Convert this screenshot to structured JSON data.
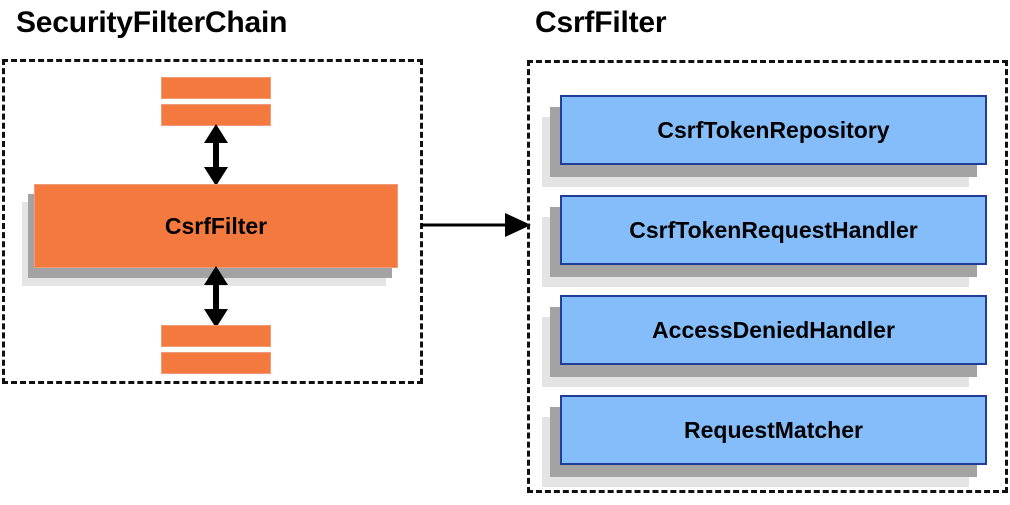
{
  "diagram": {
    "title_left": "SecurityFilterChain",
    "title_right": "CsrfFilter",
    "colors": {
      "orange_fill": "#f4793e",
      "orange_border": "#f09a78",
      "blue_fill": "#84bdfa",
      "blue_border": "#1f3d99",
      "shadow_dark": "#a3a3a3",
      "shadow_light": "#e4e4e4",
      "dashed_border": "#111111",
      "arrow": "#000000",
      "text": "#000000",
      "background": "#ffffff"
    }
  },
  "left_panel": {
    "group_label": "SecurityFilterChain",
    "filters": [
      {
        "label": "",
        "kind": "stub"
      },
      {
        "label": "",
        "kind": "stub"
      },
      {
        "label": "CsrfFilter",
        "kind": "highlighted"
      },
      {
        "label": "",
        "kind": "stub"
      },
      {
        "label": "",
        "kind": "stub"
      }
    ],
    "connectors": [
      {
        "name": "filter-chain-up-arrow",
        "direction": "bidirectional-vertical"
      },
      {
        "name": "filter-chain-down-arrow",
        "direction": "bidirectional-vertical"
      }
    ]
  },
  "right_panel": {
    "group_label": "CsrfFilter",
    "collaborators": [
      {
        "label": "CsrfTokenRepository"
      },
      {
        "label": "CsrfTokenRequestHandler"
      },
      {
        "label": "AccessDeniedHandler"
      },
      {
        "label": "RequestMatcher"
      }
    ]
  },
  "cross_link": {
    "name": "csrffilter-detail-arrow",
    "from": "CsrfFilter",
    "to": "CsrfFilter collaborators",
    "direction": "right"
  }
}
